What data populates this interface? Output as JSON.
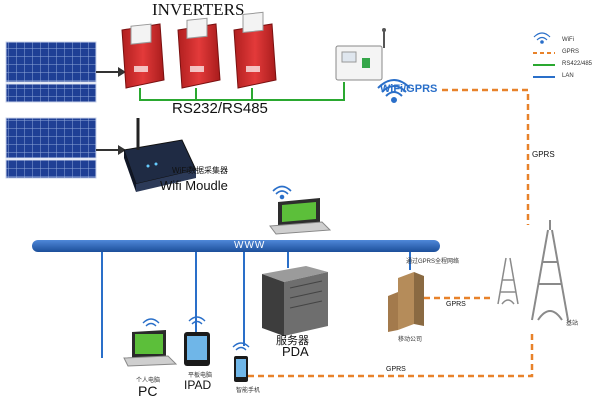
{
  "labels": {
    "inverters": "INVERTERS",
    "rs_bus": "RS232/RS485",
    "wifi_gprs": "WiFi/GPRS",
    "gprs_vertical": "GPRS",
    "wifi_module_cn": "WiFi数据采集器",
    "wifi_module": "Wifi Moudle",
    "www": "WWW",
    "server_cn": "服务器",
    "pda": "PDA",
    "pc_cn": "个人电脑",
    "pc": "PC",
    "ipad_cn": "平板电脑",
    "ipad": "IPAD",
    "phone_cn": "智能手机",
    "office_top": "通过GPRS全程网络",
    "office_cn": "移动公司",
    "gprs_office": "GPRS",
    "gprs_bottom": "GPRS",
    "tower_cn": "基站"
  },
  "legend": [
    {
      "label": "WiFi",
      "type": "wifi-icon"
    },
    {
      "label": "GPRS",
      "type": "dashed",
      "color": "#e8822a"
    },
    {
      "label": "RS422/485",
      "type": "solid",
      "color": "#2aa830"
    },
    {
      "label": "LAN",
      "type": "solid",
      "color": "#2a6fc9"
    }
  ],
  "colors": {
    "gprs": "#e8822a",
    "rs485": "#2aa830",
    "lan": "#2a6fc9",
    "inverter": "#d42b2b",
    "solar": "#1e3a8a"
  }
}
